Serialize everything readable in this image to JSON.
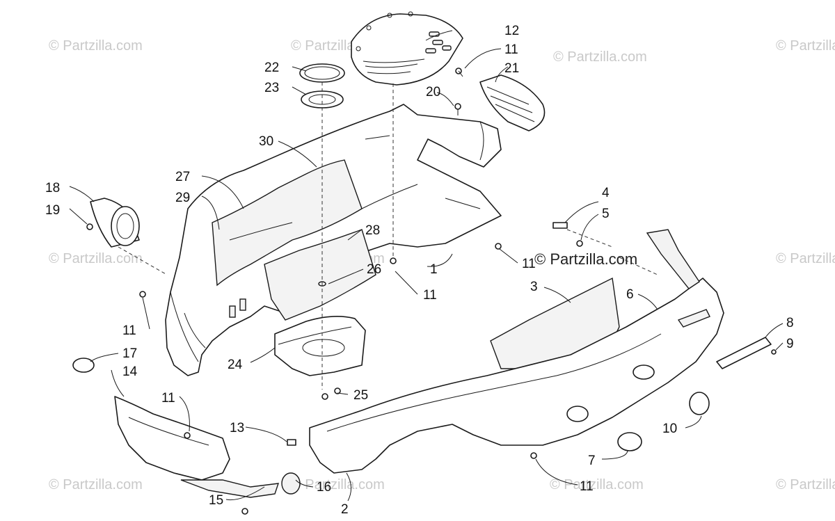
{
  "watermark": {
    "text": "© Partzilla.com",
    "center_text": "© Partzilla.com"
  },
  "callouts": [
    "1",
    "2",
    "3",
    "4",
    "5",
    "6",
    "7",
    "8",
    "9",
    "10",
    "11",
    "12",
    "13",
    "14",
    "15",
    "16",
    "17",
    "18",
    "19",
    "20",
    "21",
    "22",
    "23",
    "24",
    "25",
    "26",
    "27",
    "28",
    "29",
    "30"
  ],
  "callout_11": "11",
  "colors": {
    "line": "#1a1a1a",
    "watermark": "#c9c9c9",
    "background": "#ffffff"
  }
}
